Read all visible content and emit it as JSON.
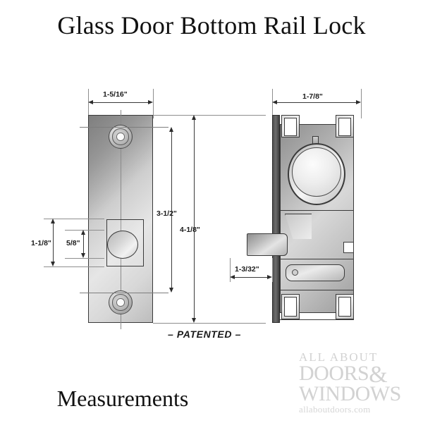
{
  "document": {
    "title": "Glass Door Bottom Rail Lock",
    "caption": "Measurements",
    "patent_mark": "– PATENTED –"
  },
  "watermark": {
    "line1": "ALL ABOUT",
    "line2": "DOORS",
    "ampersand": "&",
    "line3": "WINDOWS",
    "url": "allaboutdoors.com",
    "color": "#d2d2d2"
  },
  "views": {
    "front": {
      "name": "faceplate-front-view",
      "features": [
        "top-screw-hole",
        "center-latch-cutout",
        "latch-bolt",
        "bottom-screw-hole"
      ]
    },
    "side": {
      "name": "lock-body-side-view",
      "features": [
        "mounting-tabs",
        "lock-cylinder",
        "latch-bolt-projection",
        "lever-arm"
      ]
    }
  },
  "dimensions": {
    "plate_width": "1-5/16\"",
    "body_depth": "1-7/8\"",
    "hole_spacing": "3-1/2\"",
    "plate_height": "4-1/8\"",
    "cutout_height": "1-1/8\"",
    "bolt_height": "5/8\"",
    "bolt_projection": "1-3/32\""
  },
  "colors": {
    "ink": "#1c1c1c",
    "line": "#3a3a3a",
    "metal_light": "#e6e6e6",
    "metal_dark": "#8f8f8f",
    "background": "#ffffff"
  }
}
